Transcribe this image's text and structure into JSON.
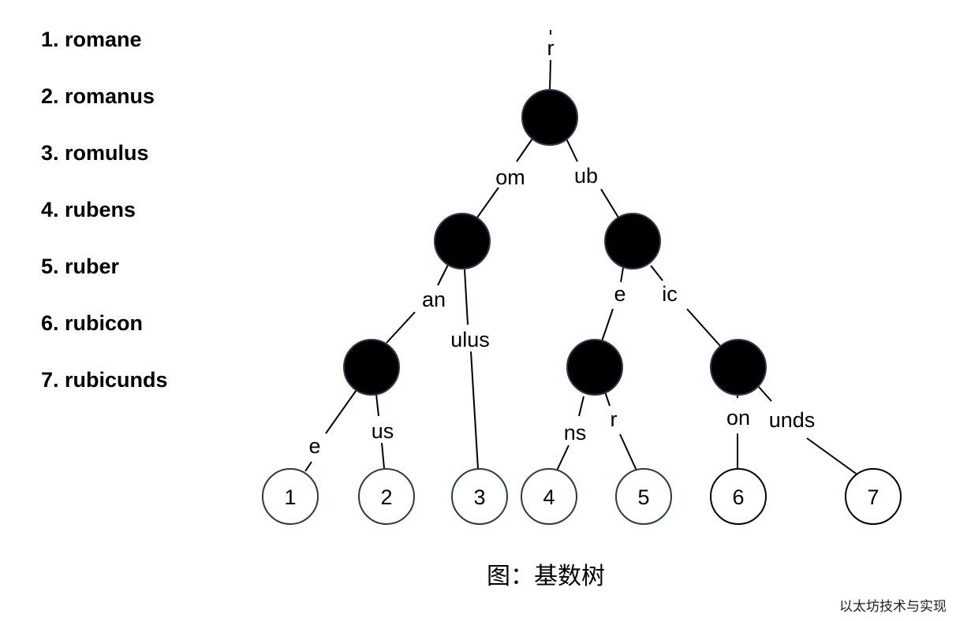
{
  "words": [
    "1. romane",
    "2. romanus",
    "3. romulus",
    "4. rubens",
    "5. ruber",
    "6. rubicon",
    "7. rubicunds"
  ],
  "tree": {
    "root_edge_label": "r",
    "edge_labels": {
      "om": "om",
      "ub": "ub",
      "an": "an",
      "ulus": "ulus",
      "e_left": "e",
      "ic": "ic",
      "e_bottom": "e",
      "us": "us",
      "ns": "ns",
      "r": "r",
      "on": "on",
      "unds": "unds"
    },
    "leaves": [
      "1",
      "2",
      "3",
      "4",
      "5",
      "6",
      "7"
    ]
  },
  "caption": "图：基数树",
  "watermark": "以太坊技术与实现"
}
